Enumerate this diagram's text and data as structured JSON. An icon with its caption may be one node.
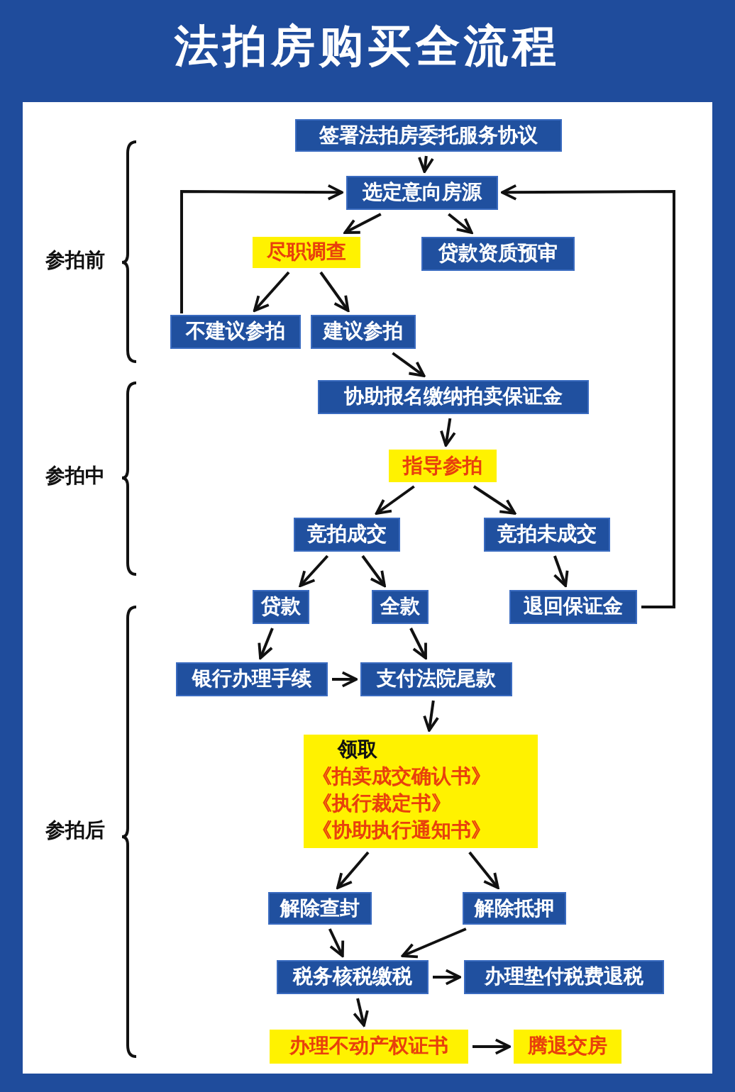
{
  "diagram": {
    "title": "法拍房购买全流程",
    "nodes": [
      {
        "text": [
          "签署法拍房委托服务协议"
        ]
      },
      {
        "text": [
          "选定意向房源"
        ]
      },
      {
        "text": [
          "尽职调查"
        ]
      },
      {
        "text": [
          "贷款资质预审"
        ]
      },
      {
        "text": [
          "不建议参拍"
        ]
      },
      {
        "text": [
          "建议参拍"
        ]
      },
      {
        "text": [
          "协助报名缴纳拍卖保证金"
        ]
      },
      {
        "text": [
          "指导参拍"
        ]
      },
      {
        "text": [
          "竞拍成交"
        ]
      },
      {
        "text": [
          "竞拍未成交"
        ]
      },
      {
        "text": [
          "贷款"
        ]
      },
      {
        "text": [
          "全款"
        ]
      },
      {
        "text": [
          "退回保证金"
        ]
      },
      {
        "text": [
          "银行办理手续"
        ]
      },
      {
        "text": [
          "支付法院尾款"
        ]
      },
      {
        "text": [
          "领取",
          "《拍卖成交确认书》",
          "《执行裁定书》",
          "《协助执行通知书》"
        ]
      },
      {
        "text": [
          "解除查封"
        ]
      },
      {
        "text": [
          "解除抵押"
        ]
      },
      {
        "text": [
          "税务核税缴税"
        ]
      },
      {
        "text": [
          "办理垫付税费退税"
        ]
      },
      {
        "text": [
          "办理不动产权证书"
        ]
      },
      {
        "text": [
          "腾退交房"
        ]
      }
    ],
    "edges": [
      {
        "from": 0,
        "to": 1,
        "arrow": "to"
      },
      {
        "from": 1,
        "to": 2,
        "arrow": "to"
      },
      {
        "from": 1,
        "to": 3,
        "arrow": "to"
      },
      {
        "from": 2,
        "to": 4,
        "arrow": "to"
      },
      {
        "from": 2,
        "to": 5,
        "arrow": "to"
      },
      {
        "from": 4,
        "to": 1,
        "arrow": "to"
      },
      {
        "from": 5,
        "to": 6,
        "arrow": "to"
      },
      {
        "from": 6,
        "to": 7,
        "arrow": "to"
      },
      {
        "from": 7,
        "to": 8,
        "arrow": "to"
      },
      {
        "from": 7,
        "to": 9,
        "arrow": "to"
      },
      {
        "from": 8,
        "to": 10,
        "arrow": "to"
      },
      {
        "from": 8,
        "to": 11,
        "arrow": "to"
      },
      {
        "from": 9,
        "to": 12,
        "arrow": "to"
      },
      {
        "from": 12,
        "to": 1,
        "arrow": "to"
      },
      {
        "from": 10,
        "to": 13,
        "arrow": "to"
      },
      {
        "from": 11,
        "to": 14,
        "arrow": "to"
      },
      {
        "from": 13,
        "to": 14,
        "arrow": "to"
      },
      {
        "from": 14,
        "to": 15,
        "arrow": "to"
      },
      {
        "from": 15,
        "to": 16,
        "arrow": "to"
      },
      {
        "from": 15,
        "to": 17,
        "arrow": "to"
      },
      {
        "from": 16,
        "to": 18,
        "arrow": "to"
      },
      {
        "from": 17,
        "to": 18,
        "arrow": "to"
      },
      {
        "from": 18,
        "to": 19,
        "arrow": "to"
      },
      {
        "from": 18,
        "to": 20,
        "arrow": "to"
      },
      {
        "from": 20,
        "to": 21,
        "arrow": "to"
      }
    ],
    "labels": [
      "参拍前",
      "参拍中",
      "参拍后"
    ]
  }
}
